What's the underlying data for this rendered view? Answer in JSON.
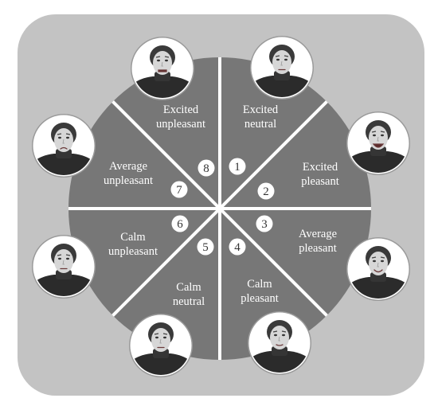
{
  "diagram": {
    "colors": {
      "panel": "#c3c3c3",
      "wheel": "#777777",
      "divider": "#ffffff",
      "label_text": "#ffffff",
      "number_fill": "#ffffff",
      "number_text": "#333333",
      "photo_background": "#ffffff"
    },
    "segments": [
      {
        "number": "1",
        "line1": "Excited",
        "line2": "neutral"
      },
      {
        "number": "2",
        "line1": "Excited",
        "line2": "pleasant"
      },
      {
        "number": "3",
        "line1": "Average",
        "line2": "pleasant"
      },
      {
        "number": "4",
        "line1": "Calm",
        "line2": "pleasant"
      },
      {
        "number": "5",
        "line1": "Calm",
        "line2": "neutral"
      },
      {
        "number": "6",
        "line1": "Calm",
        "line2": "unpleasant"
      },
      {
        "number": "7",
        "line1": "Average",
        "line2": "unpleasant"
      },
      {
        "number": "8",
        "line1": "Excited",
        "line2": "unpleasant"
      }
    ],
    "face_photos": [
      {
        "segment": "1",
        "expression": "neutral"
      },
      {
        "segment": "2",
        "expression": "big smile"
      },
      {
        "segment": "3",
        "expression": "smile"
      },
      {
        "segment": "4",
        "expression": "slight smile"
      },
      {
        "segment": "5",
        "expression": "neutral"
      },
      {
        "segment": "6",
        "expression": "neutral"
      },
      {
        "segment": "7",
        "expression": "frown"
      },
      {
        "segment": "8",
        "expression": "grimace"
      }
    ]
  }
}
